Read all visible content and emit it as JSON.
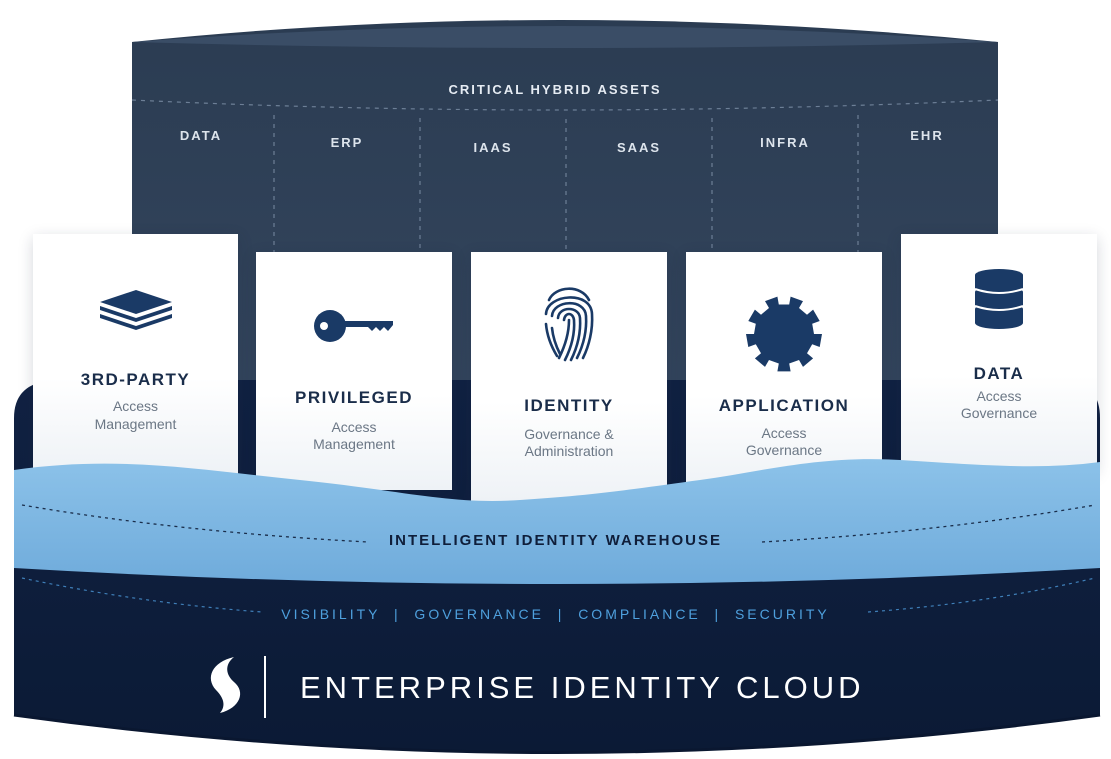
{
  "assets": {
    "title": "CRITICAL HYBRID ASSETS",
    "items": [
      {
        "label": "DATA"
      },
      {
        "label": "ERP"
      },
      {
        "label": "IAAS"
      },
      {
        "label": "SAAS"
      },
      {
        "label": "INFRA"
      },
      {
        "label": "EHR"
      }
    ]
  },
  "cards": [
    {
      "title": "3RD-PARTY",
      "line1": "Access",
      "line2": "Management",
      "icon": "layers-icon"
    },
    {
      "title": "PRIVILEGED",
      "line1": "Access",
      "line2": "Management",
      "icon": "key-icon"
    },
    {
      "title": "IDENTITY",
      "line1": "Governance &",
      "line2": "Administration",
      "icon": "fingerprint-icon"
    },
    {
      "title": "APPLICATION",
      "line1": "Access",
      "line2": "Governance",
      "icon": "gear-icon"
    },
    {
      "title": "DATA",
      "line1": "Access",
      "line2": "Governance",
      "icon": "database-icon"
    }
  ],
  "warehouse": {
    "label": "INTELLIGENT IDENTITY WAREHOUSE"
  },
  "pillars": {
    "text": "VISIBILITY  |  GOVERNANCE  |  COMPLIANCE  |  SECURITY"
  },
  "cloud": {
    "name": "ENTERPRISE IDENTITY CLOUD",
    "logo": "s-logo-icon"
  },
  "colors": {
    "cylinder": "#2e3f55",
    "navy": "#0f1e3a",
    "band": "#7db6e1",
    "accent": "#4ea0dd",
    "icon": "#1a3a66"
  }
}
